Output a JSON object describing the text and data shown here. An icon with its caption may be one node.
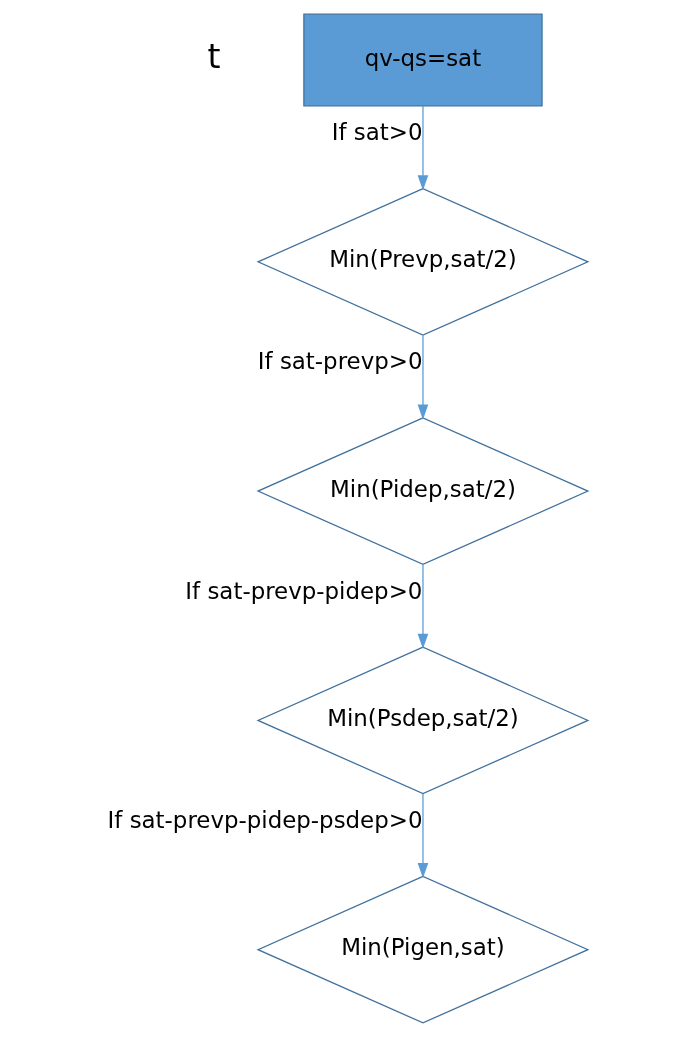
{
  "diagram": {
    "nodes": [
      {
        "text": [
          "qv-qs=sat"
        ]
      },
      {
        "text": [
          "Min(Prevp,sat/2)"
        ]
      },
      {
        "text": [
          "Min(Pidep,sat/2)"
        ]
      },
      {
        "text": [
          "Min(Psdep,sat/2)"
        ]
      },
      {
        "text": [
          "Min(Pigen,sat)"
        ]
      }
    ],
    "edges": [
      {
        "from": 0,
        "to": 1,
        "arrow": "to",
        "label": "If sat>0"
      },
      {
        "from": 1,
        "to": 2,
        "arrow": "to",
        "label": "If sat-prevp>0"
      },
      {
        "from": 2,
        "to": 3,
        "arrow": "to",
        "label": "If sat-prevp-pidep>0"
      },
      {
        "from": 3,
        "to": 4,
        "arrow": "to",
        "label": "If sat-prevp-pidep-psdep>0"
      }
    ],
    "labels": [
      "t"
    ]
  }
}
